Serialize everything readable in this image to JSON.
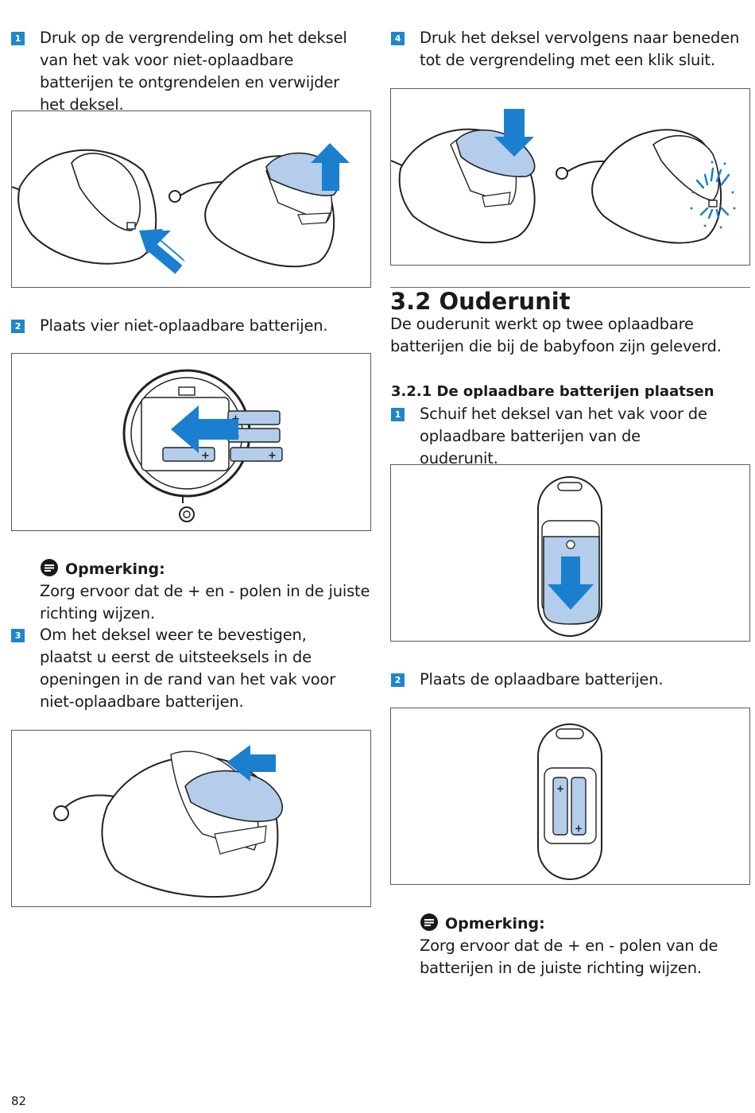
{
  "left": {
    "step1": {
      "number": "1",
      "text": "Druk op de vergrendeling om het deksel van het vak voor niet-oplaadbare batterijen te ontgrendelen en verwijder het deksel."
    },
    "step2": {
      "number": "2",
      "text": "Plaats vier niet-oplaadbare batterijen."
    },
    "note": {
      "title": "Opmerking:",
      "text": "Zorg ervoor dat de + en - polen in de juiste richting wijzen."
    },
    "step3": {
      "number": "3",
      "text": "Om het deksel weer te bevestigen, plaatst u eerst de uitsteeksels in de openingen in de rand van het vak voor niet-oplaadbare batterijen."
    }
  },
  "right": {
    "step4": {
      "number": "4",
      "text": "Druk het deksel vervolgens naar beneden tot de vergrendeling met een klik sluit."
    },
    "section": {
      "title": "3.2 Ouderunit",
      "text": "De ouderunit werkt op twee oplaadbare batterijen die bij de babyfoon zijn geleverd."
    },
    "subsection": {
      "title": "3.2.1 De oplaadbare batterijen plaatsen"
    },
    "sstep1": {
      "number": "1",
      "text": "Schuif het deksel van het vak voor de oplaadbare batterijen van de ouderunit."
    },
    "sstep2": {
      "number": "2",
      "text": "Plaats de oplaadbare batterijen."
    },
    "note": {
      "title": "Opmerking:",
      "text": "Zorg ervoor dat de + en - polen van de batterijen in de juiste richting wijzen."
    }
  },
  "figures": {
    "plus_sign": "+"
  },
  "page_number": "82",
  "colors": {
    "accent": "#1f86cd",
    "cover": "#b3cdea",
    "arrow": "#1a7fcf"
  }
}
